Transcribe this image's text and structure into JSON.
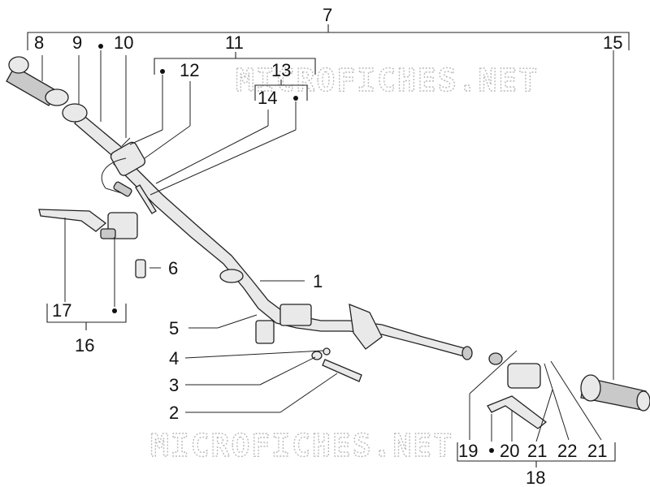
{
  "labels": {
    "l1": "1",
    "l2": "2",
    "l3": "3",
    "l4": "4",
    "l5": "5",
    "l6": "6",
    "l7": "7",
    "l8": "8",
    "l9": "9",
    "l10": "10",
    "l11": "11",
    "l12": "12",
    "l13": "13",
    "l14": "14",
    "l15": "15",
    "l16": "16",
    "l17": "17",
    "l18": "18",
    "l19": "19",
    "l20": "20",
    "l21a": "21",
    "l22": "22",
    "l21b": "21"
  },
  "watermark": {
    "top": "MICROFICHES.NET",
    "bottom": "MICROFICHES.NET"
  }
}
